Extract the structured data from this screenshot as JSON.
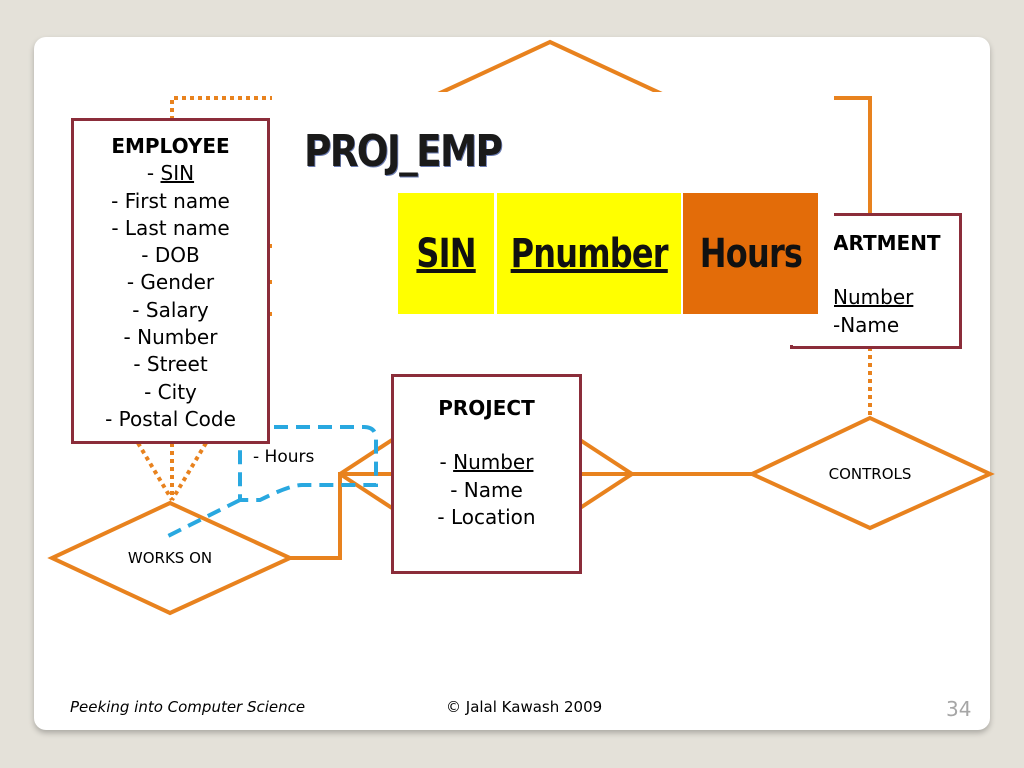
{
  "colors": {
    "background": "#e4e1d9",
    "slide": "#ffffff",
    "relationship_line": "#e8821e",
    "entity_border": "#8b2d3a",
    "attribute_highlight": "#29a8e0",
    "cell_key": "#ffff00",
    "cell_nonkey": "#e36c09"
  },
  "entities": {
    "employee": {
      "title": "EMPLOYEE",
      "key_prefix": "- ",
      "key": "SIN",
      "attributes": [
        "- First name",
        "- Last name",
        "- DOB",
        "- Gender",
        "- Salary",
        "- Number",
        "- Street",
        "- City",
        "- Postal Code"
      ]
    },
    "department": {
      "title": "ARTMENT",
      "key": "Number",
      "attribute": "-Name"
    },
    "project": {
      "title": "PROJECT",
      "key_prefix": "- ",
      "key": "Number",
      "attributes": [
        "- Name",
        "- Location"
      ]
    }
  },
  "relationships": {
    "works_on": "WORKS ON",
    "controls": "CONTROLS",
    "works_on_attribute": "- Hours"
  },
  "proj_emp": {
    "title": "PROJ_EMP",
    "columns": [
      {
        "name": "SIN",
        "key": true,
        "color": "#ffff00"
      },
      {
        "name": "Pnumber",
        "key": true,
        "color": "#ffff00"
      },
      {
        "name": "Hours",
        "key": false,
        "color": "#e36c09"
      }
    ]
  },
  "footer": {
    "left": "Peeking into Computer Science",
    "center": "© Jalal Kawash 2009",
    "page_number": "34"
  }
}
